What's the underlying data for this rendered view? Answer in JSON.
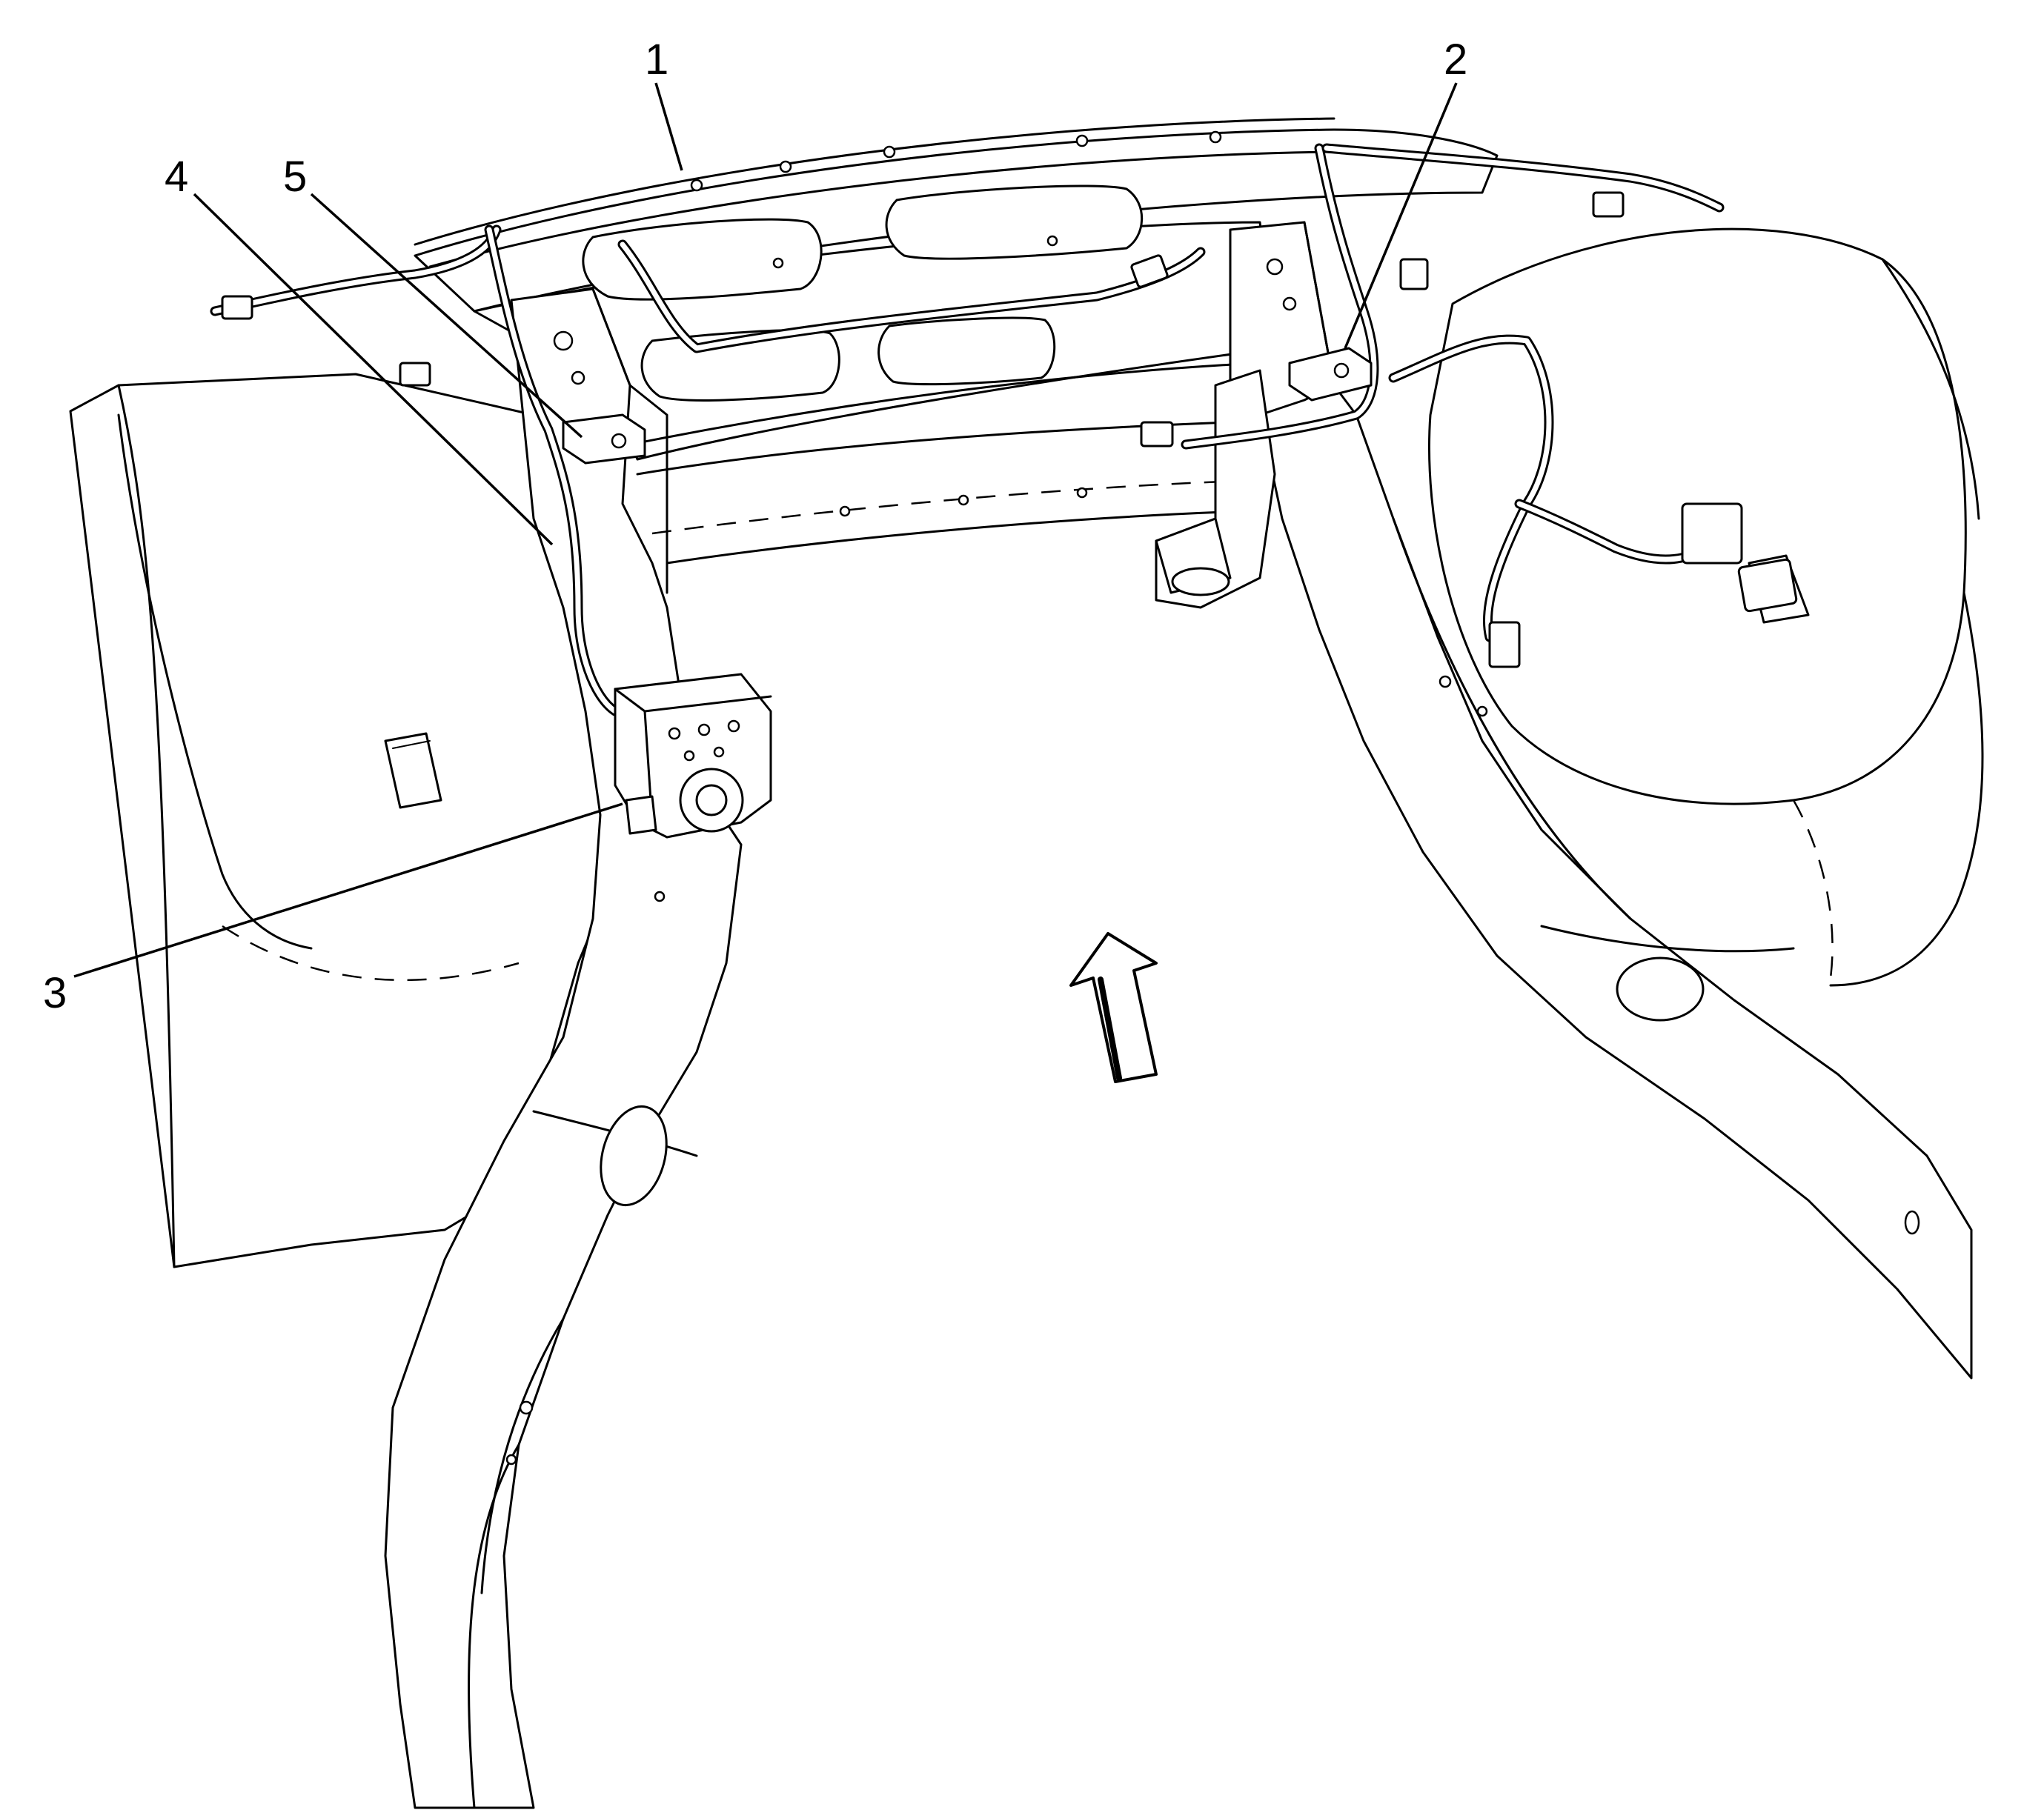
{
  "callouts": [
    {
      "id": "1",
      "label": "1"
    },
    {
      "id": "2",
      "label": "2"
    },
    {
      "id": "3",
      "label": "3"
    },
    {
      "id": "4",
      "label": "4"
    },
    {
      "id": "5",
      "label": "5"
    }
  ],
  "icons": {
    "direction_arrow": "arrow-up-icon"
  }
}
